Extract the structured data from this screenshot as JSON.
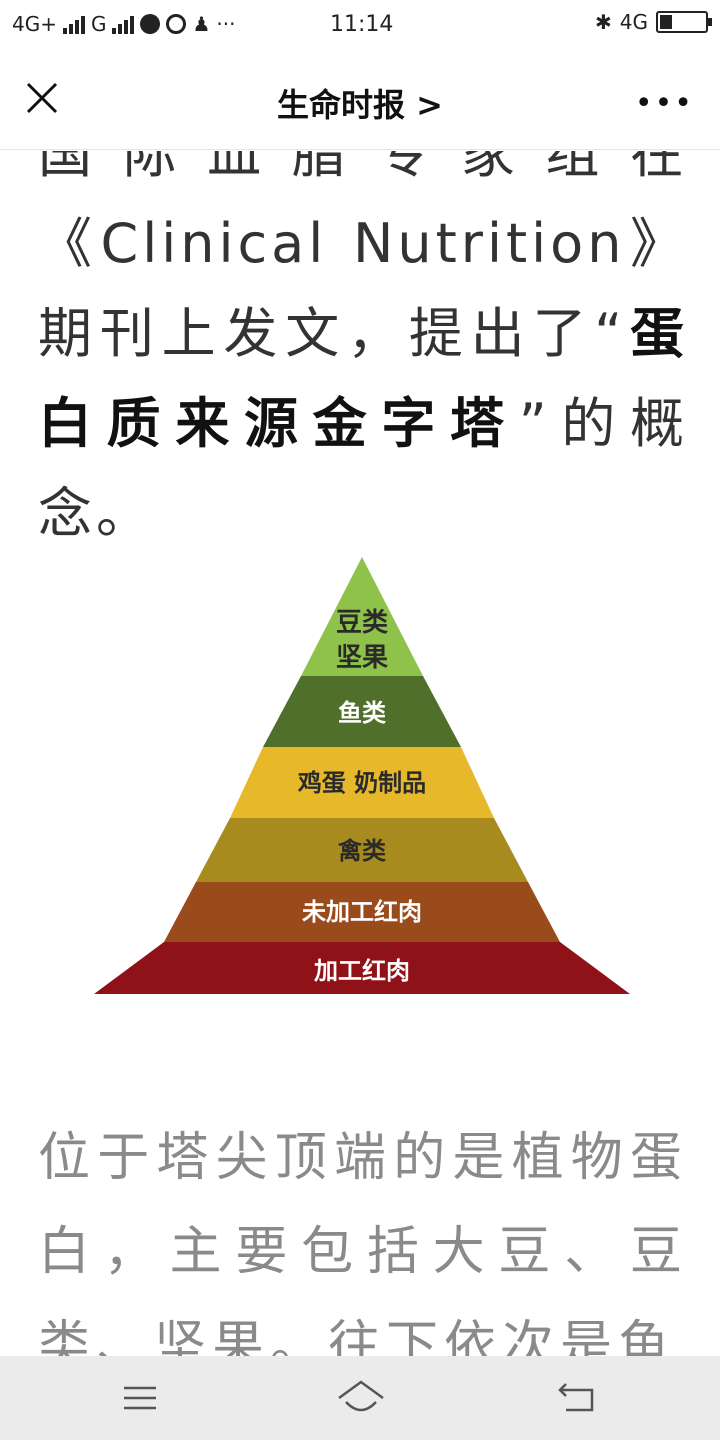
{
  "status_bar": {
    "network_left": "4G+",
    "network_g": "G",
    "time": "11:14",
    "network_right": "4G",
    "icons": [
      "signal-icon",
      "signal-icon",
      "app-notification-icon",
      "app-notification-icon",
      "qq-icon",
      "more-dots-icon",
      "bluetooth-icon",
      "battery-icon"
    ]
  },
  "nav": {
    "title": "生命时报",
    "title_chevron": ">",
    "close_icon": "close-icon",
    "more_icon": "more-icon"
  },
  "article": {
    "para1_line0": "国际血脂专家组在",
    "para1_line1": "《Clinical Nutrition》期",
    "para1_line2_prefix": "刊上发文，提出了“",
    "para1_bold": "蛋白质来源金字塔",
    "para1_suffix": "”的概念。",
    "para2": "位于塔尖顶端的是植物蛋白，主要包括大豆、豆类、坚果。往下依次是鱼"
  },
  "pyramid": {
    "levels": [
      {
        "label1": "豆类",
        "label2": "坚果",
        "color": "#8fc24a"
      },
      {
        "label1": "鱼类",
        "color": "#4f6f2a"
      },
      {
        "label1": "鸡蛋 奶制品",
        "color": "#e6b82a"
      },
      {
        "label1": "禽类",
        "color": "#a88b1f"
      },
      {
        "label1": "未加工红肉",
        "color": "#9a4b1c"
      },
      {
        "label1": "加工红肉",
        "color": "#8f1218"
      }
    ]
  },
  "bottom_bar": {
    "icons": [
      "menu-icon",
      "home-icon",
      "back-icon"
    ]
  }
}
